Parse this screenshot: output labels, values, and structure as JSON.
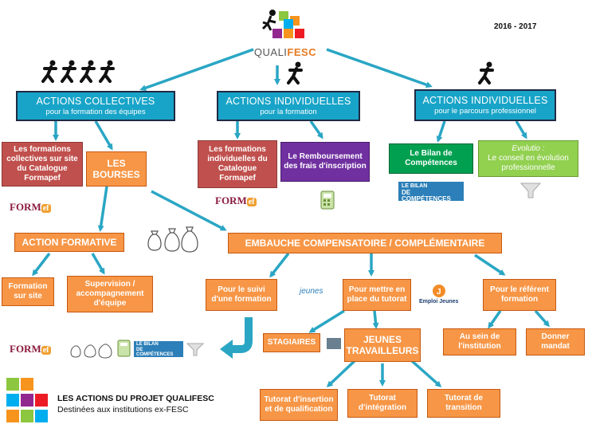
{
  "year": "2016 - 2017",
  "logo": {
    "text_left": "QUALI",
    "text_right": "FESC"
  },
  "level1": {
    "collectives": {
      "title": "ACTIONS COLLECTIVES",
      "subtitle": "pour la formation des équipes"
    },
    "individuelles_formation": {
      "title": "ACTIONS INDIVIDUELLES",
      "subtitle": "pour la formation"
    },
    "individuelles_parcours": {
      "title": "ACTIONS INDIVIDUELLES",
      "subtitle": "pour le parcours professionnel"
    }
  },
  "level2": {
    "formations_collectives": "Les formations collectives sur site du Catalogue Formapef",
    "bourses": "LES BOURSES",
    "formations_individuelles": "Les formations individuelles du Catalogue Formapef",
    "remboursement": "Le Remboursement des frais d'inscription",
    "bilan": "Le Bilan de Compétences",
    "evolutio_title": "Evolutio :",
    "evolutio_text": "Le conseil en évolution professionnelle"
  },
  "logos": {
    "formapef": "FORM",
    "formapef_suffix": "ef",
    "bilan_line1": "LE BILAN",
    "bilan_line2": "DE COMPÉTENCES",
    "jeunes": "jeunes",
    "emploi_jeunes": "Emploi Jeunes"
  },
  "level3": {
    "action_formative": "ACTION FORMATIVE",
    "embauche": "EMBAUCHE COMPENSATOIRE /  COMPLÉMENTAIRE"
  },
  "level4": {
    "formation_sur_site": "Formation sur site",
    "supervision": "Supervision / accompagnement d'équipe",
    "suivi": "Pour le suivi d'une formation",
    "tutorat": "Pour mettre en place du tutorat",
    "referent": "Pour le référent formation"
  },
  "level5": {
    "stagiaires": "STAGIAIRES",
    "jeunes_travailleurs": "JEUNES TRAVAILLEURS",
    "institution": "Au sein de l'institution",
    "mandat": "Donner mandat"
  },
  "level6": {
    "insertion": "Tutorat d'insertion et de qualification",
    "integration": "Tutorat d'intégration",
    "transition": "Tutorat de transition"
  },
  "footer": {
    "title": "LES ACTIONS DU PROJET QUALIFESC",
    "subtitle": "Destinées aux institutions ex-FESC"
  },
  "colors": {
    "teal": "#18a4c8",
    "arrow": "#2aa6c4",
    "red": "#c0504d",
    "purple": "#7030a0",
    "green": "#00a050",
    "light_green": "#92d050",
    "orange": "#f79646"
  }
}
